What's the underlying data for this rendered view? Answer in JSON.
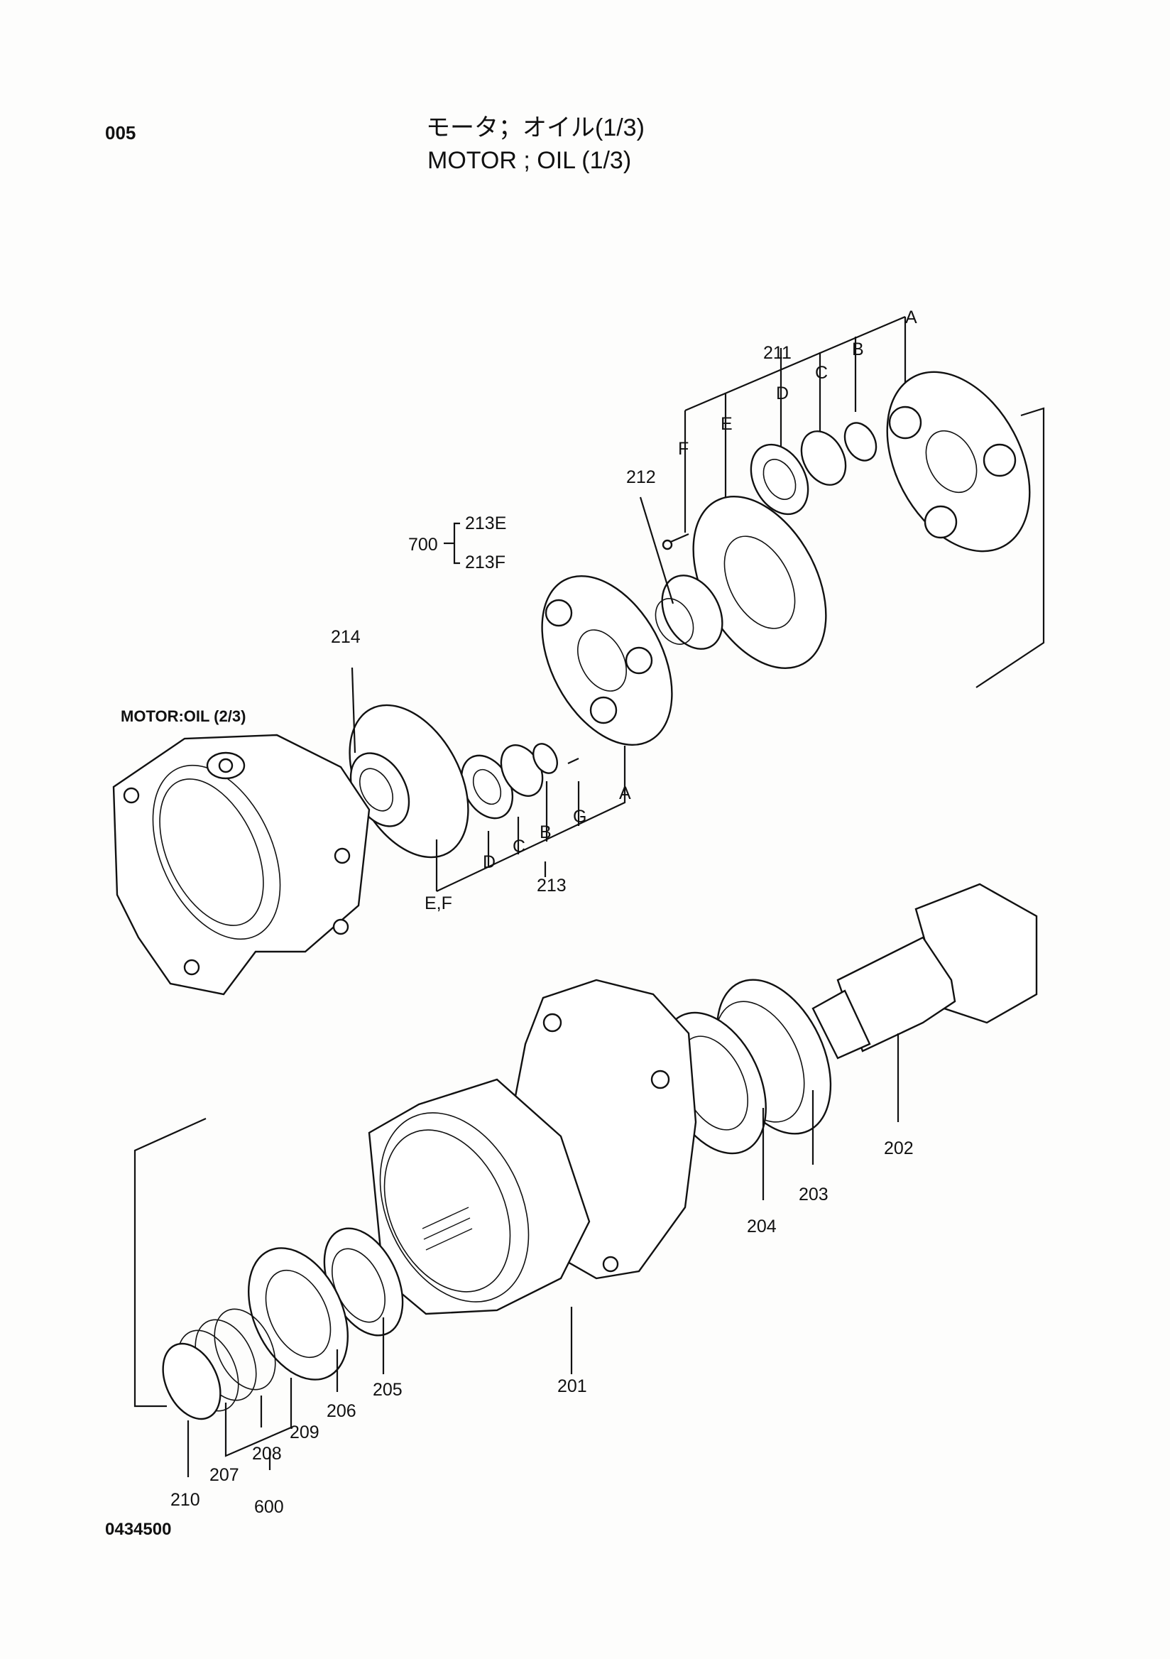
{
  "header": {
    "page_number": "005",
    "title_jp": "モータ；オイル(1/3)",
    "title_en": "MOTOR ; OIL (1/3)"
  },
  "reference_label": "MOTOR:OIL (2/3)",
  "document_code": "0434500",
  "callouts": {
    "p201": "201",
    "p202": "202",
    "p203": "203",
    "p204": "204",
    "p205": "205",
    "p206": "206",
    "p207": "207",
    "p208": "208",
    "p209": "209",
    "p210": "210",
    "p211": "211",
    "p212": "212",
    "p213": "213",
    "p213E": "213E",
    "p213F": "213F",
    "p214": "214",
    "p600": "600",
    "p700": "700",
    "upper_A": "A",
    "upper_B": "B",
    "upper_C": "C",
    "upper_D": "D",
    "upper_E": "E",
    "upper_F": "F",
    "lower_A": "A",
    "lower_B": "B",
    "lower_C": "C",
    "lower_D": "D",
    "lower_G": "G",
    "lower_EF": "E,F"
  }
}
